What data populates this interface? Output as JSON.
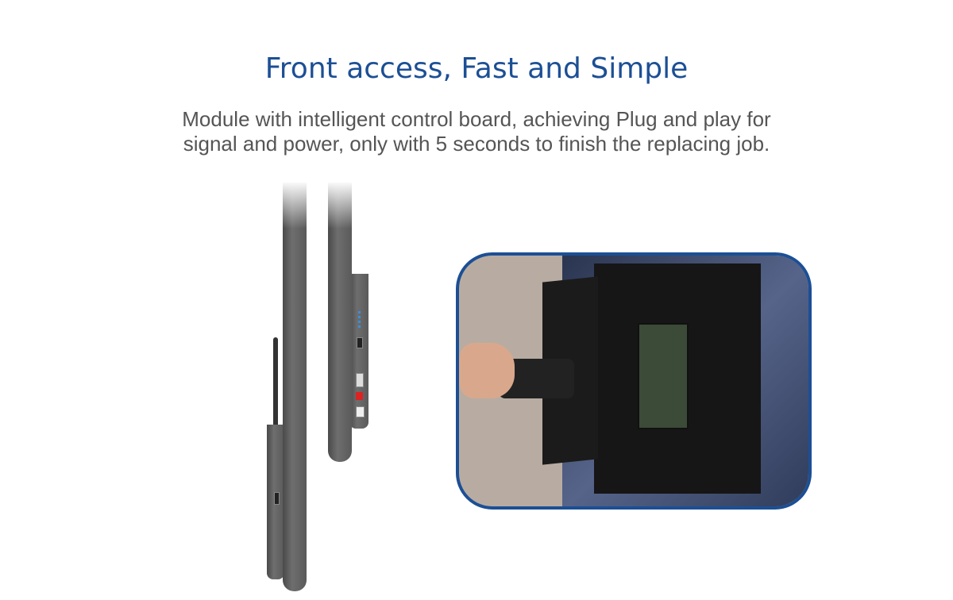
{
  "header": {
    "title": "Front access, Fast and Simple",
    "subtitle_line1": "Module with intelligent control board, achieving Plug and play for",
    "subtitle_line2": "signal and power, only with 5 seconds to finish the replacing job."
  },
  "colors": {
    "title": "#1c4f95",
    "text": "#555555",
    "frame": "#1c4f95"
  }
}
